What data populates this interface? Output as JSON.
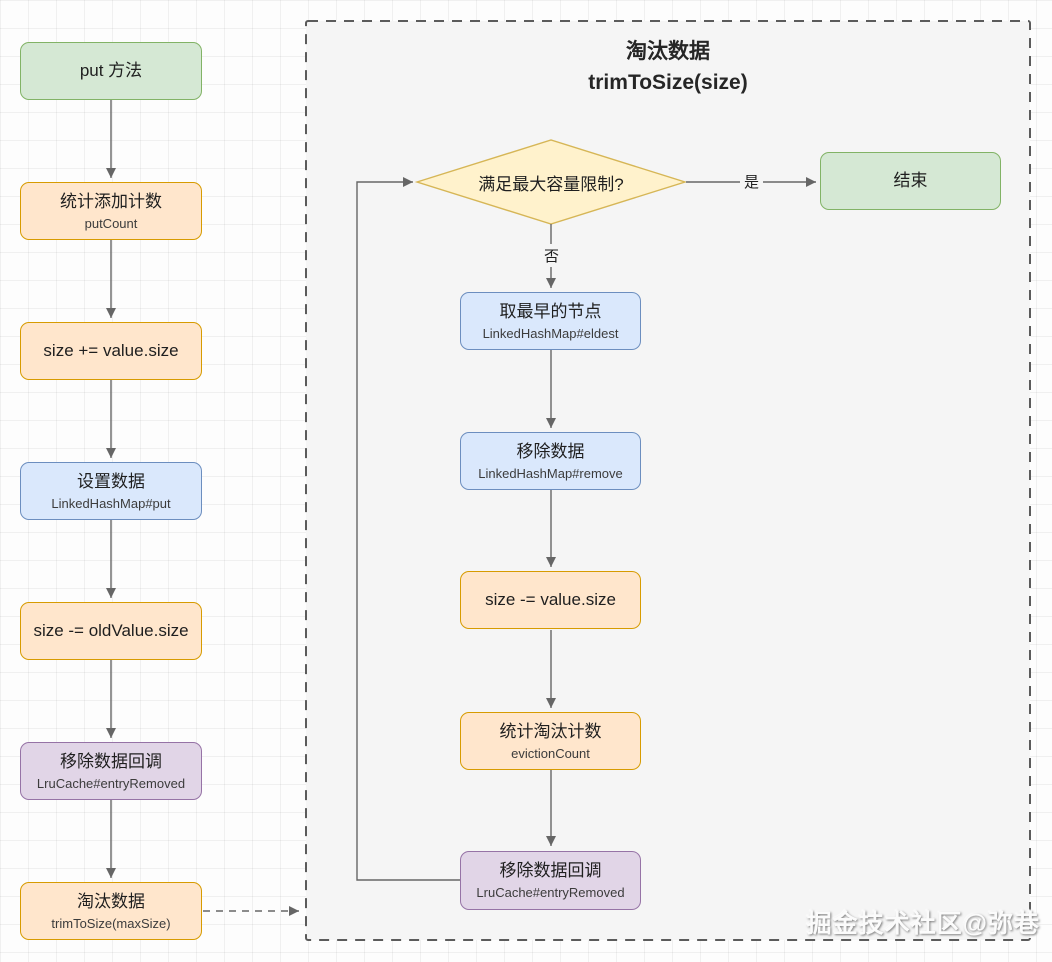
{
  "watermark": {
    "text": "掘金技术社区@弥巷"
  },
  "colors": {
    "green_fill": "#d5e8d4",
    "green_border": "#82b366",
    "orange_fill": "#ffe6cc",
    "orange_border": "#d79b00",
    "blue_fill": "#dae8fc",
    "blue_border": "#6c8ebf",
    "purple_fill": "#e1d5e7",
    "purple_border": "#9673a6",
    "yellow_fill": "#fff2cc",
    "yellow_border": "#d6b656",
    "container_fill": "#f5f5f5",
    "container_border": "#5b5b5b",
    "arrow": "#666666"
  },
  "left_flow": {
    "nodes": [
      {
        "title": "put 方法",
        "subtitle": "",
        "type": "green"
      },
      {
        "title": "统计添加计数",
        "subtitle": "putCount",
        "type": "orange"
      },
      {
        "title": "size += value.size",
        "subtitle": "",
        "type": "orange"
      },
      {
        "title": "设置数据",
        "subtitle": "LinkedHashMap#put",
        "type": "blue"
      },
      {
        "title": "size -= oldValue.size",
        "subtitle": "",
        "type": "orange"
      },
      {
        "title": "移除数据回调",
        "subtitle": "LruCache#entryRemoved",
        "type": "purple"
      },
      {
        "title": "淘汰数据",
        "subtitle": "trimToSize(maxSize)",
        "type": "orange"
      }
    ]
  },
  "container": {
    "title_line1": "淘汰数据",
    "title_line2": "trimToSize(size)",
    "decision": {
      "label": "满足最大容量限制?"
    },
    "edge_labels": {
      "yes": "是",
      "no": "否"
    },
    "end_node": {
      "title": "结束"
    },
    "nodes": [
      {
        "title": "取最早的节点",
        "subtitle": "LinkedHashMap#eldest",
        "type": "blue"
      },
      {
        "title": "移除数据",
        "subtitle": "LinkedHashMap#remove",
        "type": "blue"
      },
      {
        "title": "size -= value.size",
        "subtitle": "",
        "type": "orange"
      },
      {
        "title": "统计淘汰计数",
        "subtitle": "evictionCount",
        "type": "orange"
      },
      {
        "title": "移除数据回调",
        "subtitle": "LruCache#entryRemoved",
        "type": "purple"
      }
    ]
  }
}
